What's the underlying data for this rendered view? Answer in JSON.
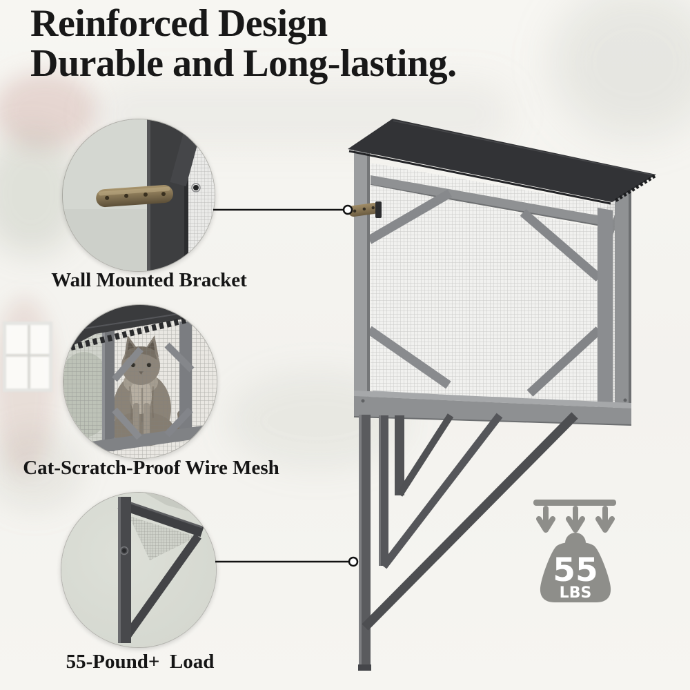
{
  "header": {
    "title_line1": "Reinforced Design",
    "title_line2": "Durable and Long-lasting."
  },
  "callouts": [
    {
      "feature": "wall-mounted-bracket",
      "label": "Wall Mounted Bracket"
    },
    {
      "feature": "cat-scratch-proof-wire-mesh",
      "label": "Cat-Scratch-Proof Wire Mesh"
    },
    {
      "feature": "55-pound-load",
      "label": "55-Pound+  Load"
    }
  ],
  "load_badge": {
    "value": "55",
    "unit": "LBS"
  },
  "product": {
    "type": "wall-mounted cat enclosure (catio) with slanted roof, wire mesh panels and triangular wall braces"
  },
  "colors": {
    "title_text": "#181818",
    "label_text": "#151515",
    "roof_dark": "#323336",
    "frame_wood_gray": "#8f9193",
    "support_dark": "#4d4e51",
    "badge_gray": "#8e8e8a",
    "connector": "#111111",
    "background": "#f6f5f1"
  }
}
